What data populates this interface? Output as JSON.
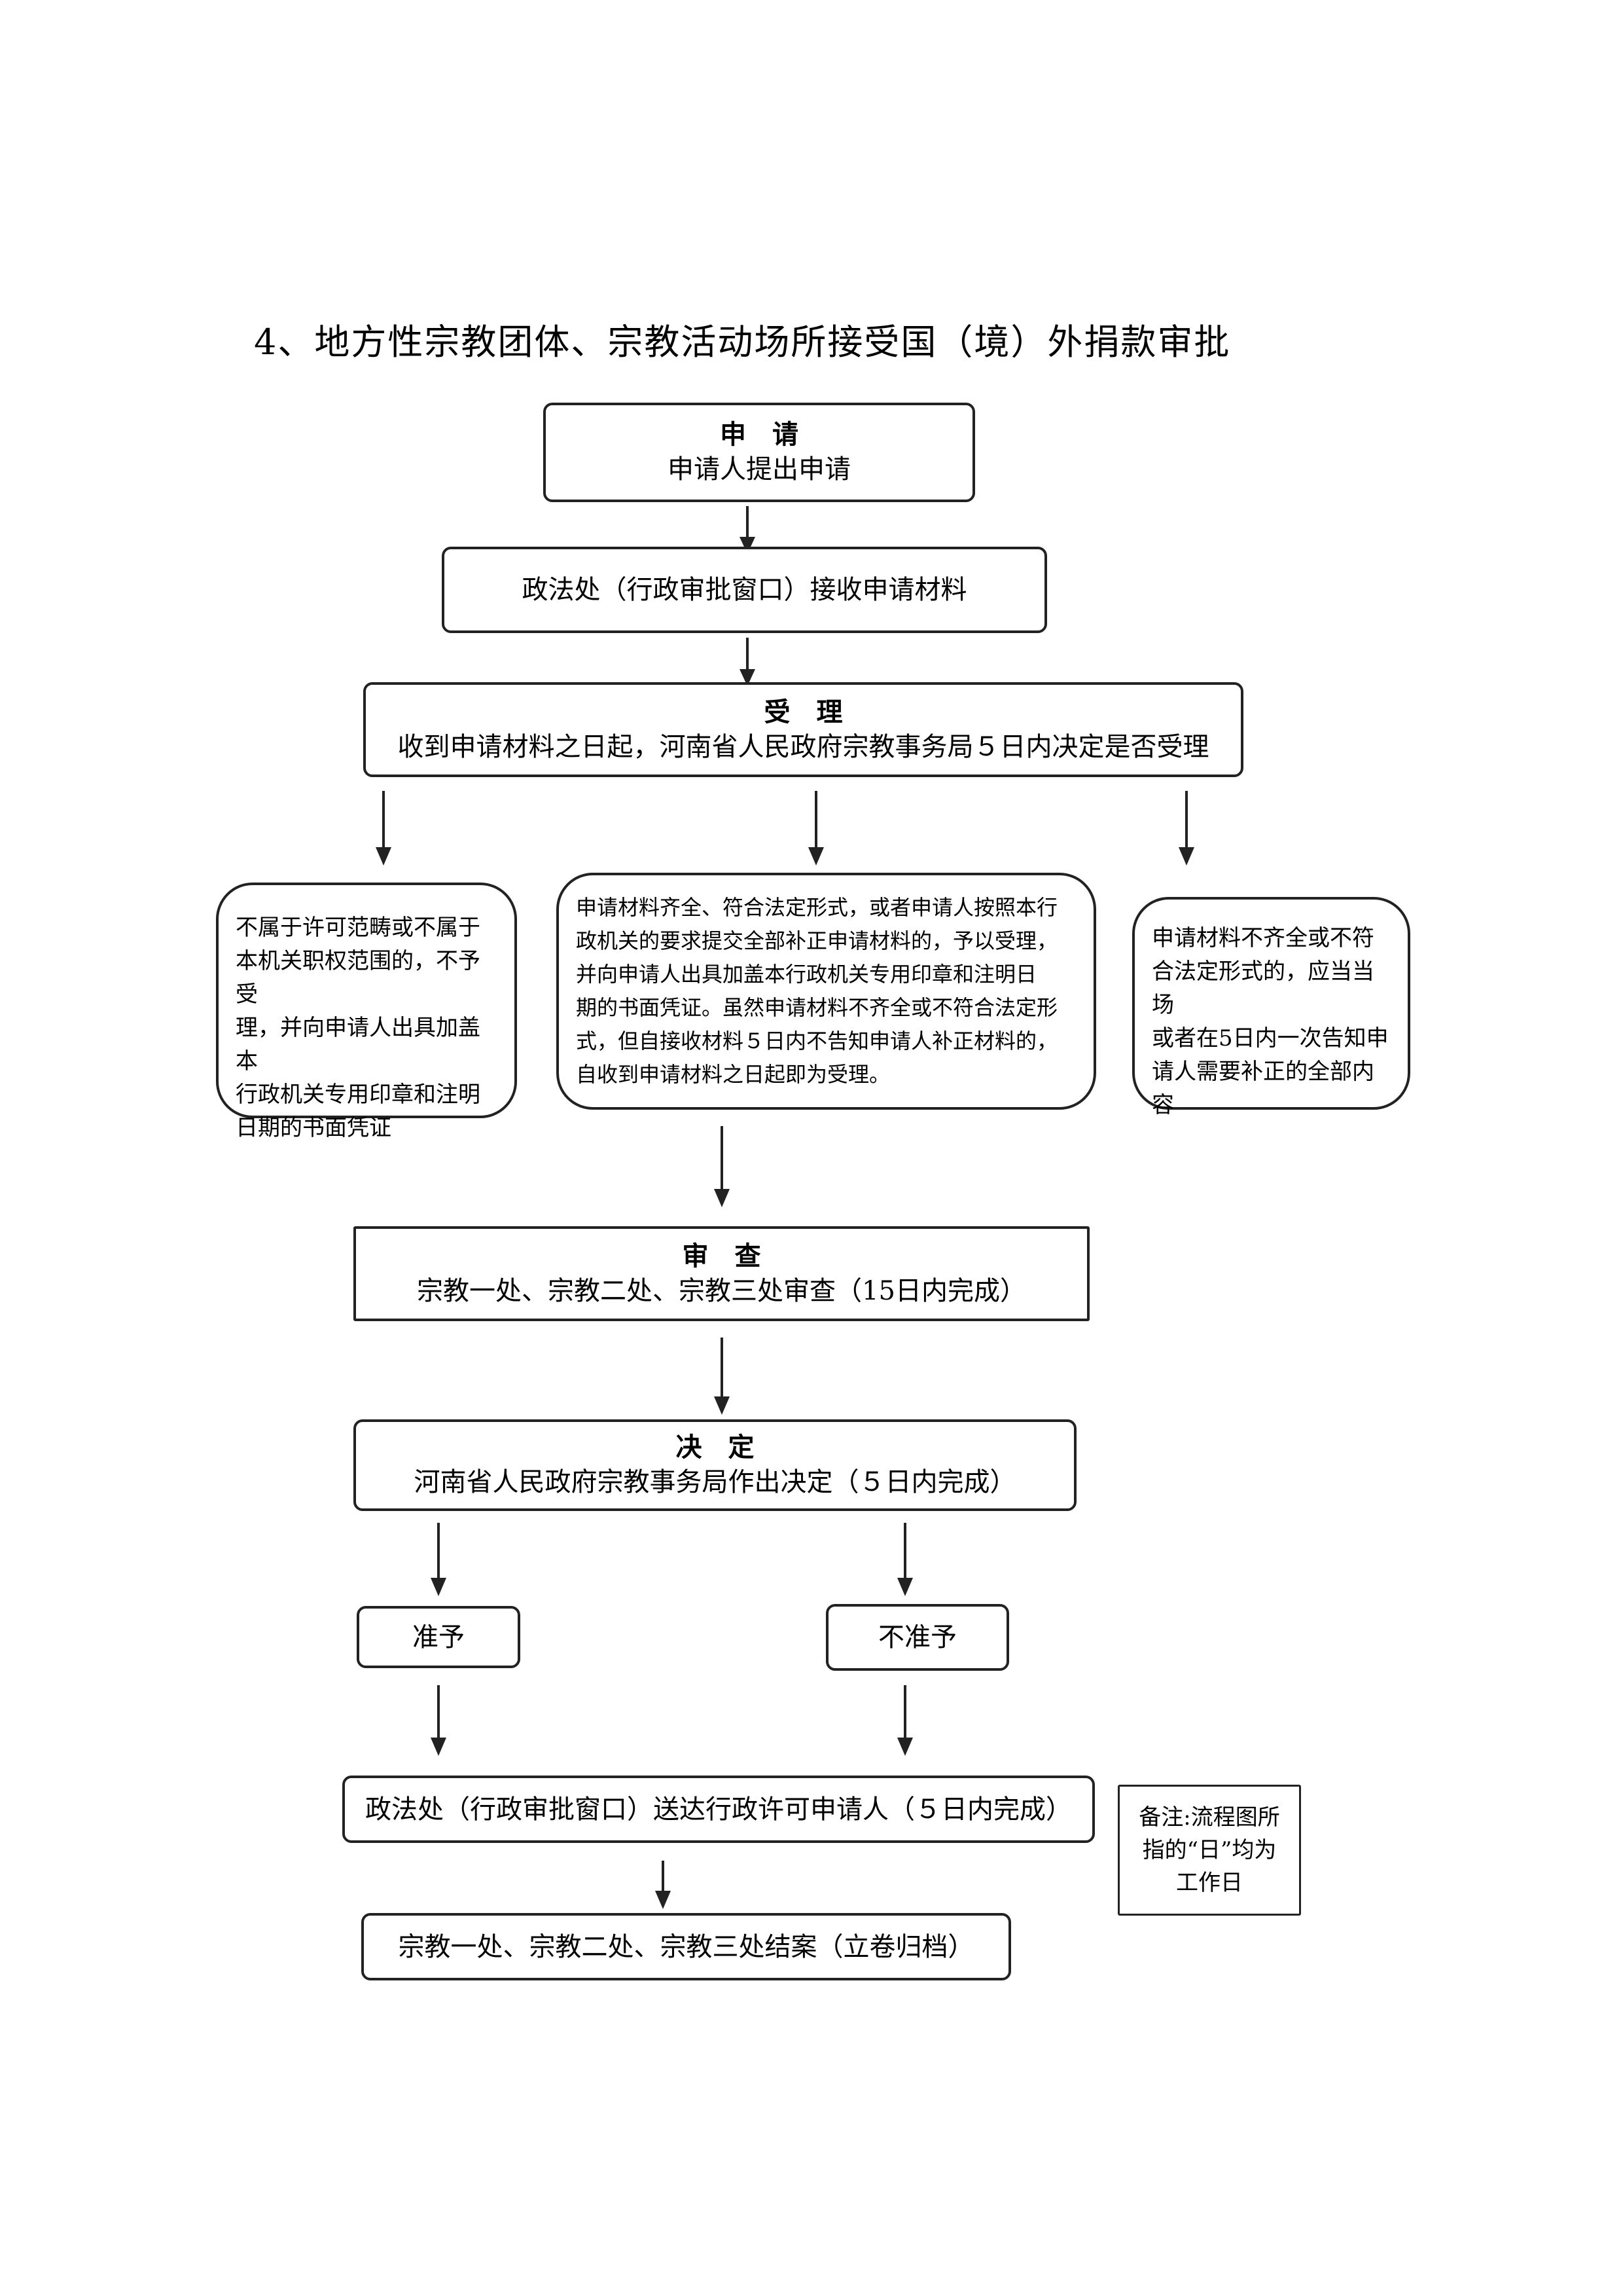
{
  "title": "4、地方性宗教团体、宗教活动场所接受国（境）外捐款审批",
  "apply": {
    "heading": "申请",
    "text": "申请人提出申请"
  },
  "receive": {
    "text": "政法处（行政审批窗口）接收申请材料"
  },
  "accept": {
    "heading": "受理",
    "text": "收到申请材料之日起，河南省人民政府宗教事务局５日内决定是否受理"
  },
  "reject": {
    "lines": [
      "不属于许可范畴或不属于",
      "本机关职权范围的，不予受",
      "理，并向申请人出具加盖本",
      "行政机关专用印章和注明",
      "日期的书面凭证"
    ]
  },
  "accepted": {
    "lines": [
      "申请材料齐全、符合法定形式，或者申请人按照本行",
      "政机关的要求提交全部补正申请材料的，予以受理，",
      "并向申请人出具加盖本行政机关专用印章和注明日",
      "期的书面凭证。虽然申请材料不齐全或不符合法定形",
      "式，但自接收材料５日内不告知申请人补正材料的，",
      "自收到申请材料之日起即为受理。"
    ]
  },
  "supplement": {
    "lines": [
      "申请材料不齐全或不符",
      "合法定形式的，应当当场",
      "或者在5日内一次告知申",
      "请人需要补正的全部内",
      "容"
    ]
  },
  "review": {
    "heading": "审查",
    "text": "宗教一处、宗教二处、宗教三处审查（15日内完成）"
  },
  "decide": {
    "heading": "决定",
    "text": "河南省人民政府宗教事务局作出决定（５日内完成）"
  },
  "approve": {
    "text": "准予"
  },
  "deny": {
    "text": "不准予"
  },
  "deliver": {
    "text": "政法处（行政审批窗口）送达行政许可申请人（５日内完成）"
  },
  "archive": {
    "text": "宗教一处、宗教二处、宗教三处结案（立卷归档）"
  },
  "note": {
    "lines": [
      "备注:流程图所",
      "指的“日”均为",
      "工作日"
    ]
  }
}
